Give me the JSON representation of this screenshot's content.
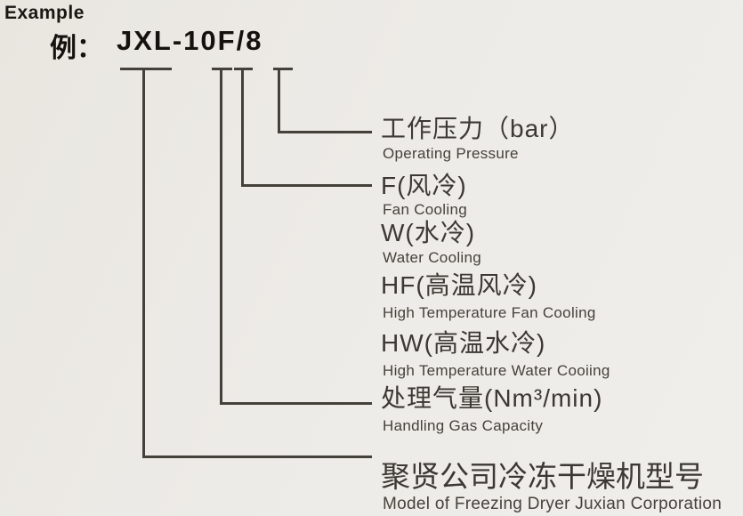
{
  "page": {
    "background_color": "#edebe7",
    "line_color": "#44403a",
    "title_color": "#14110e",
    "label_cn_color": "#3c3833",
    "label_en_color": "#46413a"
  },
  "header": {
    "example_label": "Example",
    "model_prefix": "例：",
    "model_code": "JXL-10F/8"
  },
  "diagram": {
    "labels": [
      {
        "id": "operating-pressure",
        "cn": "工作压力（bar）",
        "en": "Operating Pressure"
      },
      {
        "id": "fan-cooling",
        "cn": "F(风冷)",
        "en": "Fan Cooling"
      },
      {
        "id": "water-cooling",
        "cn": "W(水冷)",
        "en": "Water Cooling"
      },
      {
        "id": "high-temperature-fan-cooling",
        "cn": "HF(高温风冷)",
        "en": "High Temperature Fan Cooling"
      },
      {
        "id": "high-temperature-water-cooling",
        "cn": "HW(高温水冷)",
        "en": "High Temperature Water Cooiing"
      },
      {
        "id": "handling-gas-capacity",
        "cn": "处理气量(Nm³/min)",
        "en": "Handling Gas Capacity"
      },
      {
        "id": "model-name",
        "cn": "聚贤公司冷冻干燥机型号",
        "en": "Model of Freezing Dryer Juxian Corporation"
      }
    ]
  }
}
